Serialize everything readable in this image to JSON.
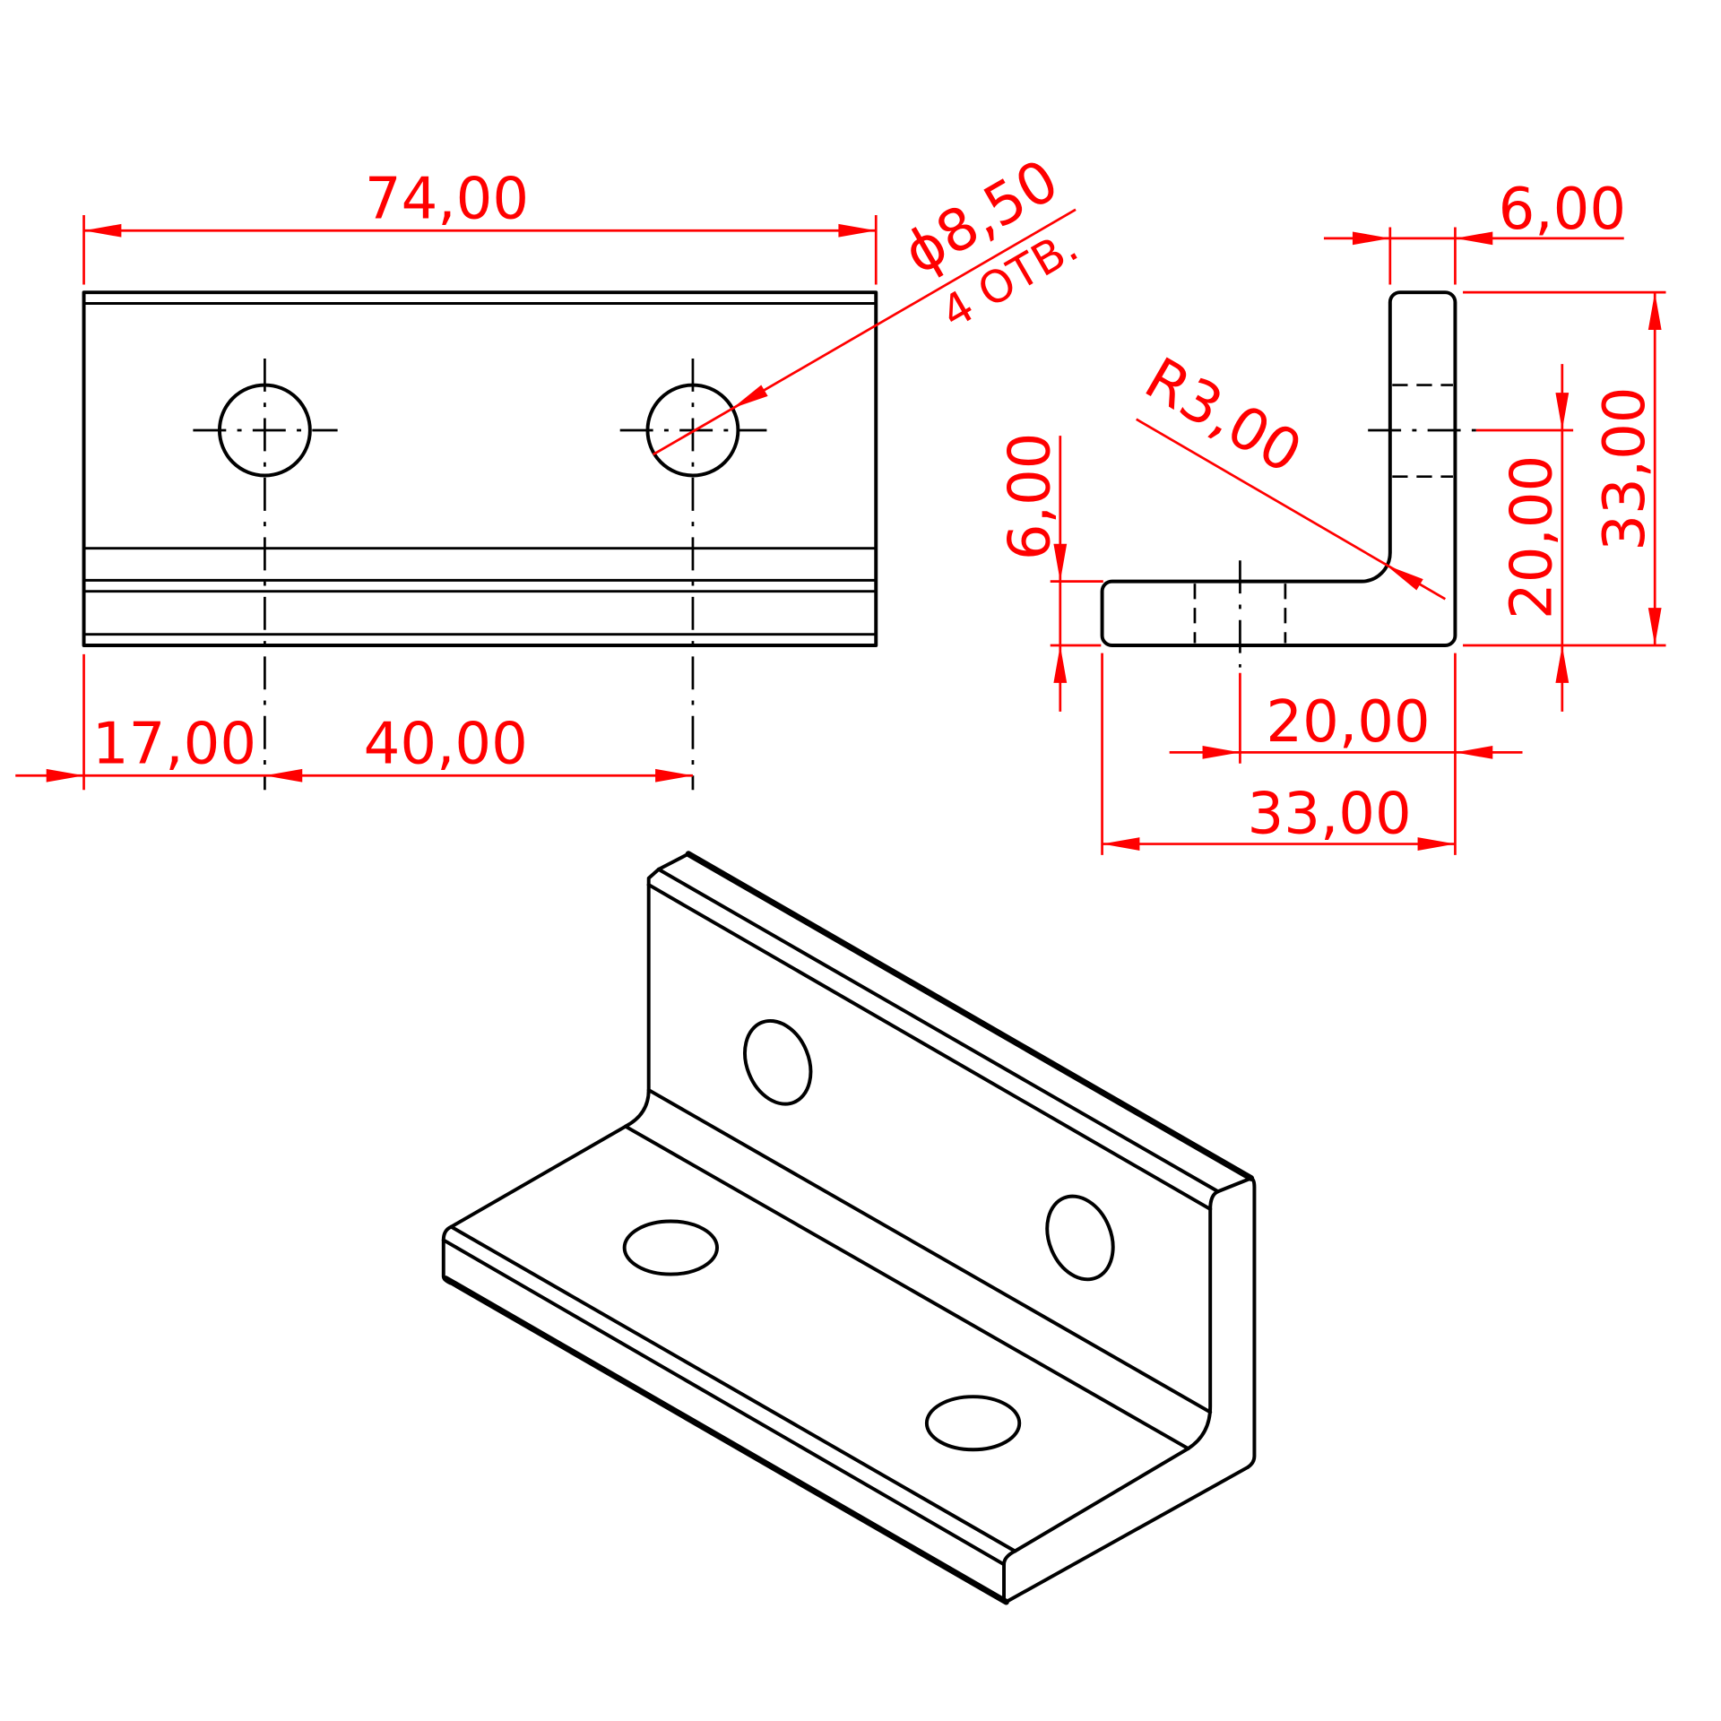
{
  "colors": {
    "geometry": "#000000",
    "dimension": "#ff0000",
    "background": "#ffffff"
  },
  "dimensions": {
    "length": "74,00",
    "hole_diameter": "ϕ8,50",
    "hole_count": "4 OTB.",
    "edge_offset": "17,00",
    "hole_spacing": "40,00",
    "thickness_top": "6,00",
    "thickness_side": "6,00",
    "bend_radius": "R3,00",
    "hole_height_vertical": "20,00",
    "leg_height": "33,00",
    "hole_offset_horizontal": "20,00",
    "leg_width": "33,00"
  }
}
